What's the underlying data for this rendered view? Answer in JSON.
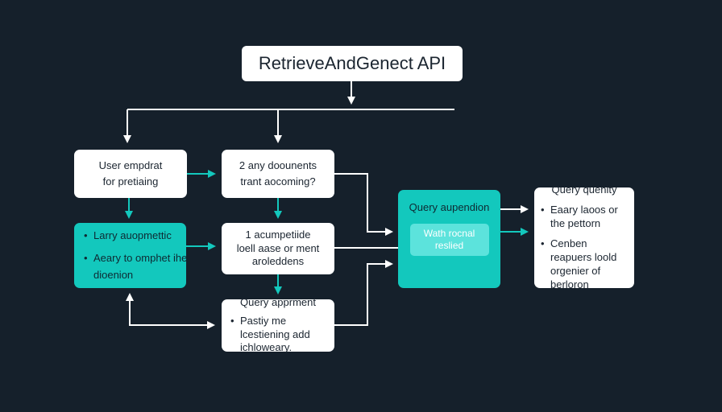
{
  "title": "RetrieveAndGenect API",
  "nodes": {
    "user_input": {
      "lines": [
        "User empdrat",
        "for pretiaing"
      ]
    },
    "documents": {
      "lines": [
        "2 any doounents",
        "trant aocoming?"
      ]
    },
    "augment_left": {
      "bullets": [
        "Larry auopmettic",
        "Aeary to omphet ihe dioenion"
      ]
    },
    "augment_middle": {
      "lines": [
        "1 acumpetiide",
        "loell aase or ment",
        "aroleddens"
      ]
    },
    "query_appr": {
      "lines": [
        "Query apprment"
      ],
      "bullets": [
        "Pastiy me lcestiening add ichloweary."
      ]
    },
    "query_aug": {
      "label": "Query aupendion",
      "pill": [
        "Wath rocnal",
        "reslied"
      ]
    },
    "query_quality": {
      "label": "Query quenity",
      "bullets": [
        "Eaary laoos or the pettorn",
        "Cenben reapuers loold orgenier of berloron"
      ]
    }
  },
  "colors": {
    "background": "#15202b",
    "teal": "#13c8bd",
    "white_box": "#ffffff",
    "connector": "#ffffff"
  }
}
